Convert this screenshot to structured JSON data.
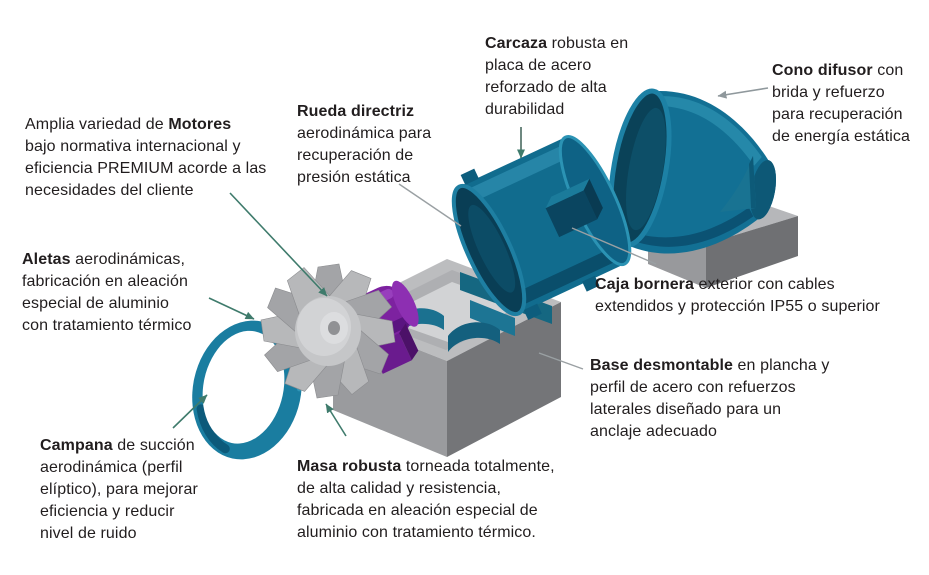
{
  "annotations": {
    "motores": {
      "prefix": "Amplia variedad de ",
      "bold": "Motores",
      "rest": "\nbajo normativa internacional y\neficiencia PREMIUM acorde a las\nnecesidades del cliente"
    },
    "rueda_directriz": {
      "prefix": "",
      "bold": "Rueda directriz",
      "rest": "\naerodinámica para\nrecuperación de\npresión estática"
    },
    "carcaza": {
      "prefix": "",
      "bold": "Carcaza",
      "rest": " robusta en\nplaca de acero\nreforzado de alta\ndurabilidad"
    },
    "cono_difusor": {
      "prefix": "",
      "bold": "Cono difusor",
      "rest": " con\nbrida y refuerzo\npara recuperación\nde energía estática"
    },
    "caja_bornera": {
      "prefix": "",
      "bold": "Caja bornera",
      "rest": " exterior con cables\nextendidos y protección IP55 o superior"
    },
    "base_desmontable": {
      "prefix": "",
      "bold": "Base desmontable",
      "rest": " en plancha y\nperfil de acero con refuerzos\nlaterales diseñado para un\nanclaje adecuado"
    },
    "masa_robusta": {
      "prefix": "",
      "bold": "Masa robusta",
      "rest": " torneada totalmente,\nde alta calidad y resistencia,\nfabricada en aleación especial de\naluminio con tratamiento térmico."
    },
    "aletas": {
      "prefix": "",
      "bold": "Aletas",
      "rest": " aerodinámicas,\nfabricación en aleación\nespecial de aluminio\ncon tratamiento térmico"
    },
    "campana": {
      "prefix": "",
      "bold": "Campana",
      "rest": " de succión\naerodinámica (perfil\nelíptico), para mejorar\neficiencia y reducir\nnivel de ruido"
    }
  },
  "diagram": {
    "colors": {
      "teal": "#1a7da0",
      "teal_dark": "#0d5a78",
      "teal_opening": "#093e55",
      "purple_motor": "#7d22a0",
      "gray_base_top": "#bcbdbf",
      "gray_base_front": "#9a9b9e",
      "gray_base_side": "#747578",
      "blade_gray": "#b7b8ba",
      "arrow_green": "#3f7b6c",
      "leader_gray": "#8f989c",
      "text": "#211d1e",
      "background": "#ffffff"
    },
    "parts": [
      "campana",
      "aletas",
      "masa",
      "motor",
      "rueda directriz",
      "carcaza",
      "cono difusor",
      "caja bornera",
      "base desmontable"
    ]
  }
}
